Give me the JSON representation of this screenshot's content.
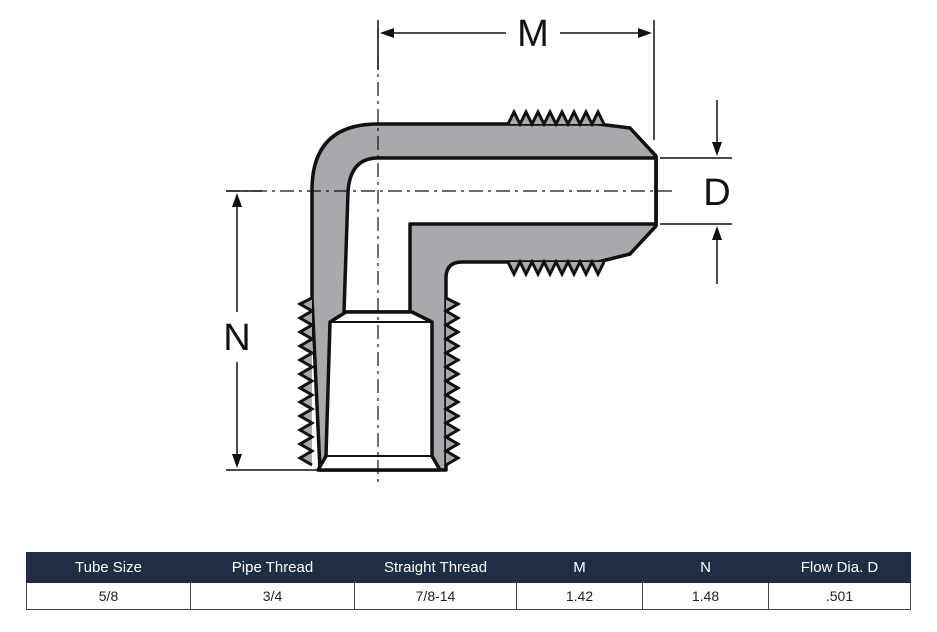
{
  "diagram": {
    "labels": {
      "m": "M",
      "n": "N",
      "d": "D"
    },
    "colors": {
      "body_fill": "#a7a9ac",
      "outline": "#111111",
      "header_bg": "#1f2e44"
    }
  },
  "table": {
    "headers": [
      "Tube Size",
      "Pipe Thread",
      "Straight Thread",
      "M",
      "N",
      "Flow Dia. D"
    ],
    "rows": [
      [
        "5/8",
        "3/4",
        "7/8-14",
        "1.42",
        "1.48",
        ".501"
      ]
    ]
  }
}
